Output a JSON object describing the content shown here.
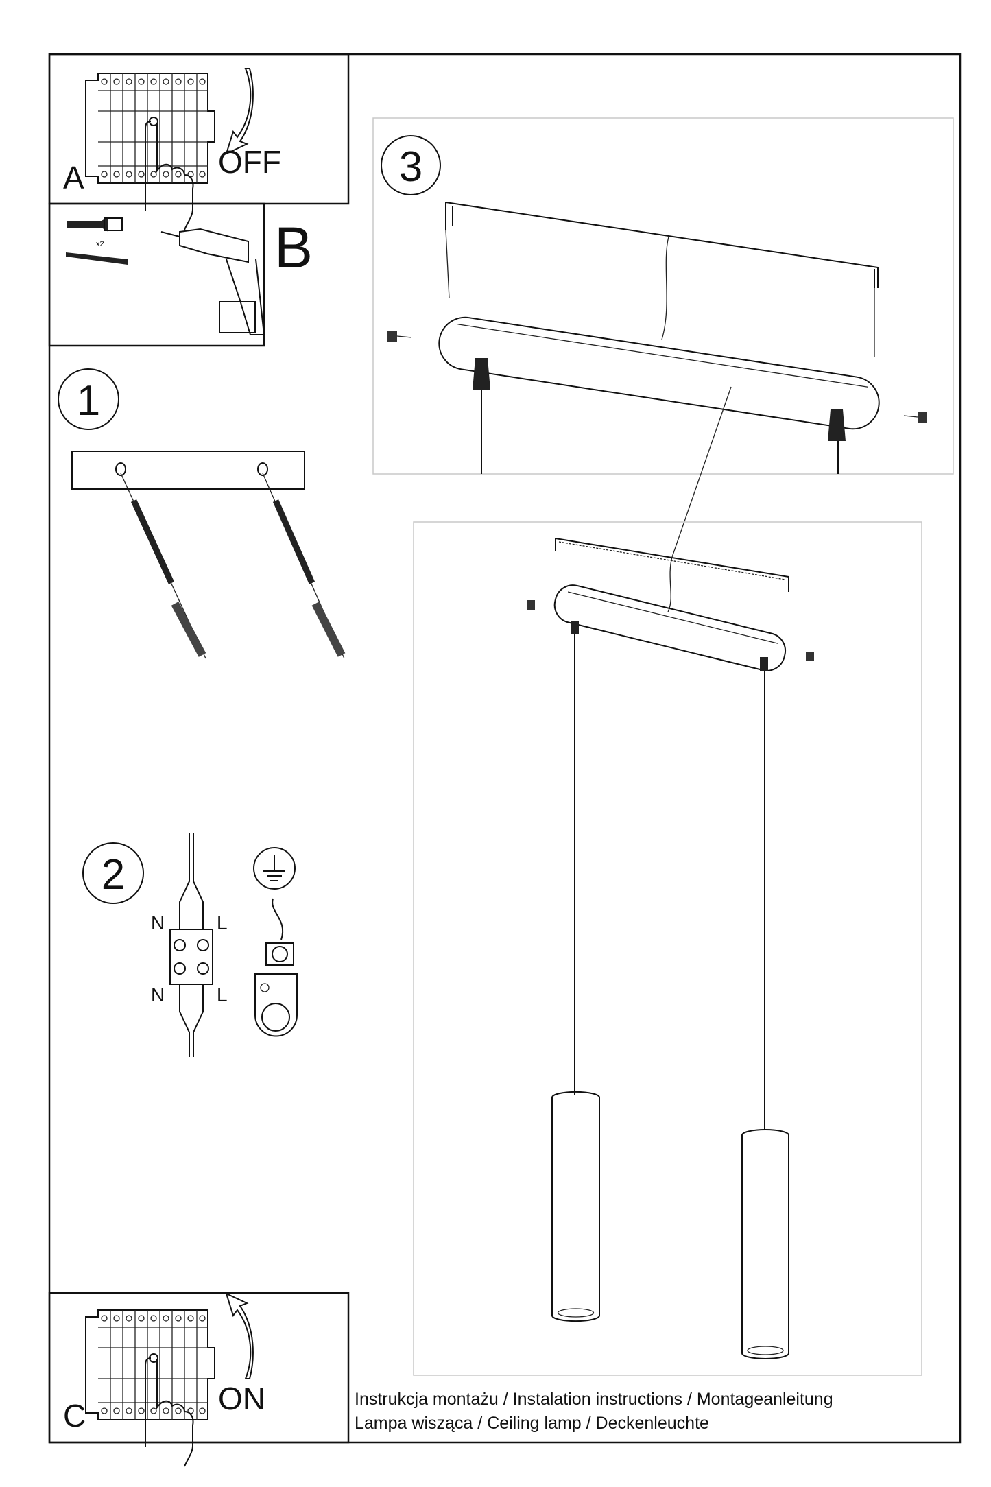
{
  "panels": {
    "a": {
      "label": "A",
      "action": "OFF"
    },
    "b": {
      "label": "B",
      "quantity": "x2"
    },
    "c": {
      "label": "C",
      "action": "ON"
    }
  },
  "steps": {
    "one": "1",
    "two": {
      "number": "2",
      "neutral": "N",
      "live": "L"
    },
    "three": "3"
  },
  "footer": {
    "line1": "Instrukcja montażu / Instalation instructions / Montageanleitung",
    "line2": "Lampa wisząca / Ceiling lamp / Deckenleuchte"
  }
}
